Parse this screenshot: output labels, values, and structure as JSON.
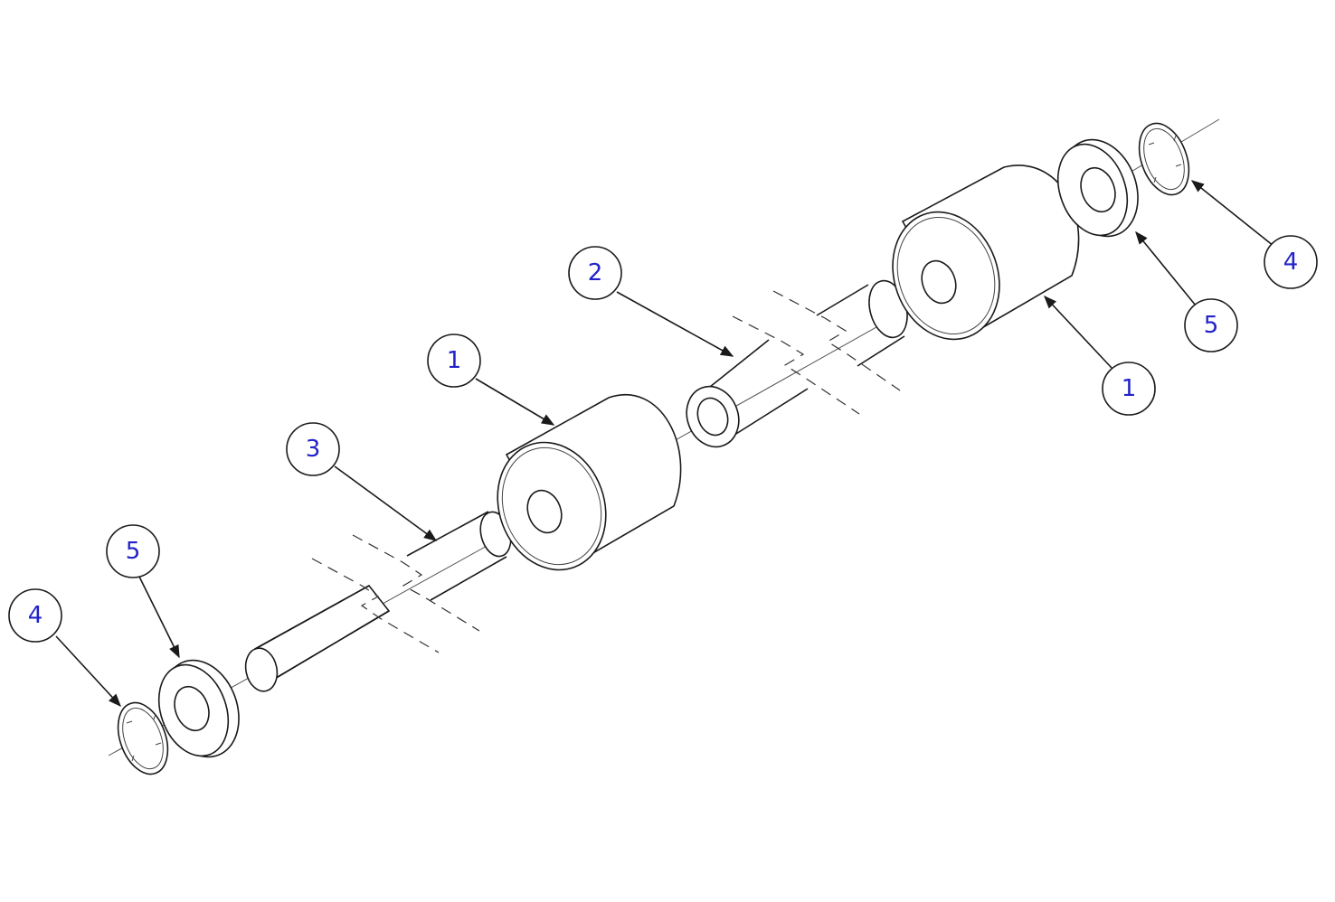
{
  "balloons": [
    {
      "id": "b-1-left",
      "label": "1"
    },
    {
      "id": "b-2",
      "label": "2"
    },
    {
      "id": "b-3",
      "label": "3"
    },
    {
      "id": "b-4-left",
      "label": "4"
    },
    {
      "id": "b-5-left",
      "label": "5"
    },
    {
      "id": "b-1-right",
      "label": "1"
    },
    {
      "id": "b-4-right",
      "label": "4"
    },
    {
      "id": "b-5-right",
      "label": "5"
    }
  ],
  "colors": {
    "balloon_text": "#2222c8",
    "line": "#1a1a1a"
  }
}
